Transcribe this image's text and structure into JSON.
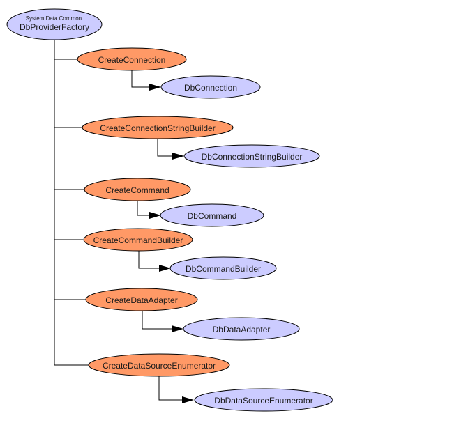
{
  "root": {
    "namespace": "System.Data.Common.",
    "name": "DbProviderFactory"
  },
  "methods": [
    {
      "method": "CreateConnection",
      "returns": "DbConnection"
    },
    {
      "method": "CreateConnectionStringBuilder",
      "returns": "DbConnectionStringBuilder"
    },
    {
      "method": "CreateCommand",
      "returns": "DbCommand"
    },
    {
      "method": "CreateCommandBuilder",
      "returns": "DbCommandBuilder"
    },
    {
      "method": "CreateDataAdapter",
      "returns": "DbDataAdapter"
    },
    {
      "method": "CreateDataSourceEnumerator",
      "returns": "DbDataSourceEnumerator"
    }
  ],
  "colors": {
    "method_fill": "#ff9966",
    "type_fill": "#ccccff",
    "line": "#000000"
  }
}
